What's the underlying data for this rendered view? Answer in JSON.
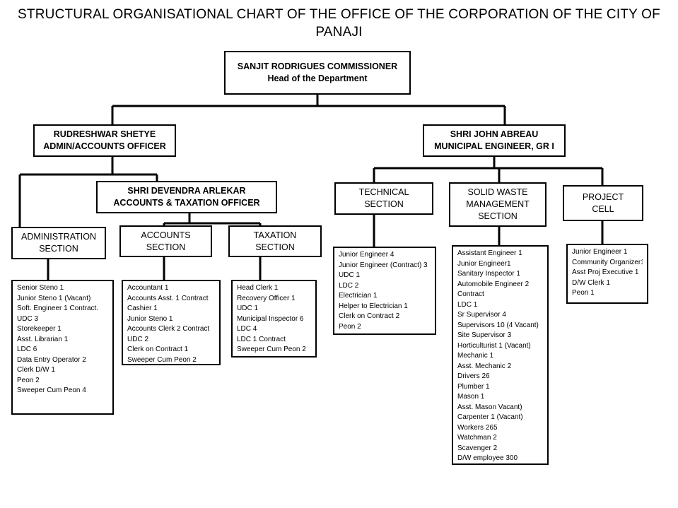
{
  "title": {
    "line1": "STRUCTURAL ORGANISATIONAL CHART OF THE OFFICE OF THE CORPORATION OF THE CITY OF",
    "line2": "PANAJI"
  },
  "commissioner": {
    "line1": "SANJIT RODRIGUES COMMISSIONER",
    "line2": "Head of the Department"
  },
  "admin_officer": {
    "line1": "RUDRESHWAR SHETYE",
    "line2": "ADMIN/ACCOUNTS OFFICER"
  },
  "municipal_engineer": {
    "line1": "SHRI JOHN ABREAU",
    "line2": "MUNICIPAL ENGINEER, GR I"
  },
  "accounts_officer": {
    "line1": "SHRI DEVENDRA ARLEKAR",
    "line2": "ACCOUNTS & TAXATION OFFICER"
  },
  "sections": {
    "administration": {
      "line1": "ADMINISTRATION",
      "line2": "SECTION"
    },
    "accounts": {
      "line1": "ACCOUNTS",
      "line2": "SECTION"
    },
    "taxation": {
      "line1": "TAXATION",
      "line2": "SECTION"
    },
    "technical": {
      "line1": "TECHNICAL",
      "line2": "SECTION"
    },
    "solid_waste": {
      "line1": "SOLID WASTE",
      "line2": "MANAGEMENT",
      "line3": "SECTION"
    },
    "project": {
      "line1": "PROJECT",
      "line2": "CELL"
    }
  },
  "staff": {
    "administration": [
      "Senior Steno 1",
      "Junior Steno 1 (Vacant)",
      "Soft. Engineer 1 Contract.",
      "UDC  3",
      "Storekeeper  1",
      "Asst. Librarian 1",
      "LDC  6",
      "Data Entry Operator 2",
      "Clerk D/W  1",
      "Peon  2",
      "Sweeper Cum Peon  4"
    ],
    "accounts": [
      "Accountant 1",
      "Accounts Asst. 1 Contract",
      "Cashier  1",
      "Junior Steno 1",
      "Accounts Clerk  2 Contract",
      "UDC  2",
      "Clerk on Contract 1",
      "Sweeper Cum Peon 2"
    ],
    "taxation": [
      "Head Clerk  1",
      "Recovery Officer 1",
      "UDC 1",
      "Municipal Inspector 6",
      "LDC 4",
      "LDC 1 Contract",
      "Sweeper Cum Peon 2"
    ],
    "technical": [
      "Junior Engineer 4",
      "Junior Engineer (Contract) 3",
      "UDC 1",
      "LDC 2",
      "Electrician  1",
      " Helper to Electrician 1",
      "Clerk on Contract 2",
      "Peon  2"
    ],
    "solid_waste": [
      "Assistant Engineer 1",
      "Junior Engineer1",
      "Sanitary Inspector  1",
      "Automobile Engineer 2",
      "Contract",
      "LDC 1",
      "Sr Supervisor 4",
      "Supervisors  10 (4 Vacant)",
      " Site Supervisor 3",
      "Horticulturist 1 (Vacant)",
      "Mechanic 1",
      "Asst. Mechanic 2",
      "Drivers  26",
      "Plumber 1",
      "Mason 1",
      "Asst. Mason  Vacant)",
      "Carpenter 1 (Vacant)",
      "Workers 265",
      "Watchman 2",
      "Scavenger 2",
      "D/W employee 300"
    ],
    "project": [
      "Junior Engineer 1",
      "Community Organizer1",
      "Asst Proj Executive 1",
      "D/W Clerk 1",
      "Peon  1"
    ]
  }
}
